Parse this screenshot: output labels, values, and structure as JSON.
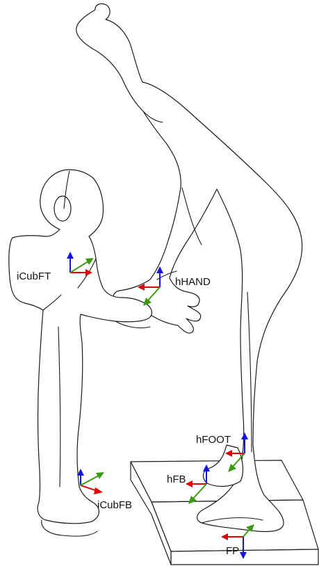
{
  "labels": {
    "icub_ft": "iCubFT",
    "h_hand": "hHAND",
    "h_foot": "hFOOT",
    "h_fb": "hFB",
    "icub_fb": "iCubFB",
    "fp": "FP"
  },
  "axis_colors": {
    "x": "#e00000",
    "y": "#3a9a10",
    "z": "#1414e0"
  }
}
